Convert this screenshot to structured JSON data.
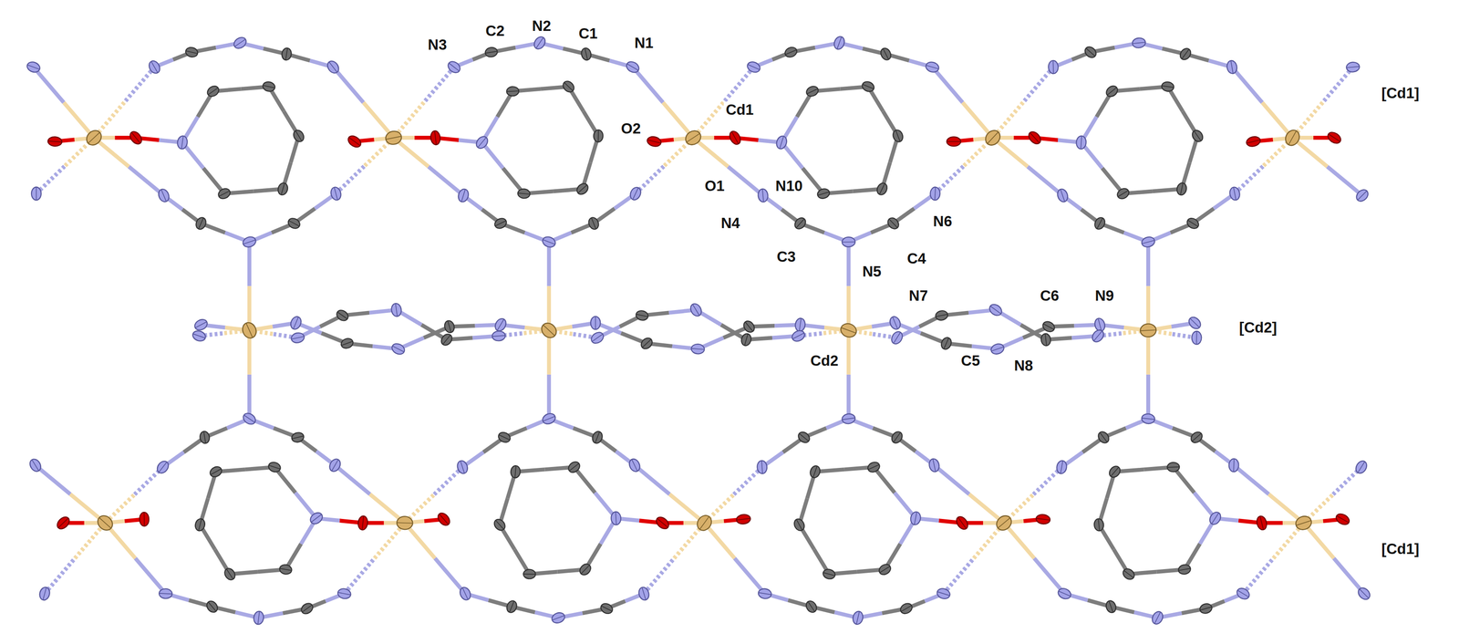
{
  "diagram": {
    "labels": [
      "N3",
      "C2",
      "N2",
      "C1",
      "N1",
      "Cd1",
      "O2",
      "O1",
      "N10",
      "N4",
      "C3",
      "N5",
      "C4",
      "N6",
      "N7",
      "C6",
      "N9",
      "Cd2",
      "C5",
      "N8",
      "[Cd1]",
      "[Cd2]",
      "[Cd1]"
    ]
  }
}
